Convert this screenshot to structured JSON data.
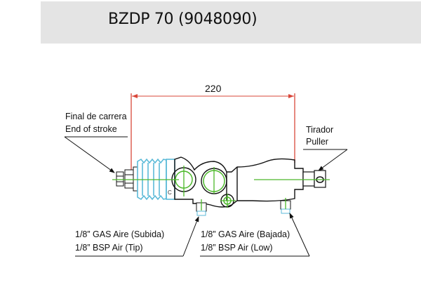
{
  "header": {
    "title": "BZDP 70 (9048090)"
  },
  "drawing": {
    "dimension": {
      "value": "220",
      "color": "#d9473a"
    },
    "colors": {
      "outline": "#111111",
      "centerline": "#4cb82a",
      "bellows": "#5bbad8",
      "dimension": "#d9473a"
    },
    "labels": {
      "end_of_stroke": {
        "line1": "Final de carrera",
        "line2": "End of stroke"
      },
      "puller": {
        "line1": "Tirador",
        "line2": "Puller"
      },
      "air_tip": {
        "line1": "1/8” GAS Aire (Subida)",
        "line2": "1/8” BSP Air (Tip)"
      },
      "air_low": {
        "line1": "1/8” GAS Aire (Bajada)",
        "line2": "1/8” BSP Air (Low)"
      },
      "body_mark": "C"
    }
  }
}
